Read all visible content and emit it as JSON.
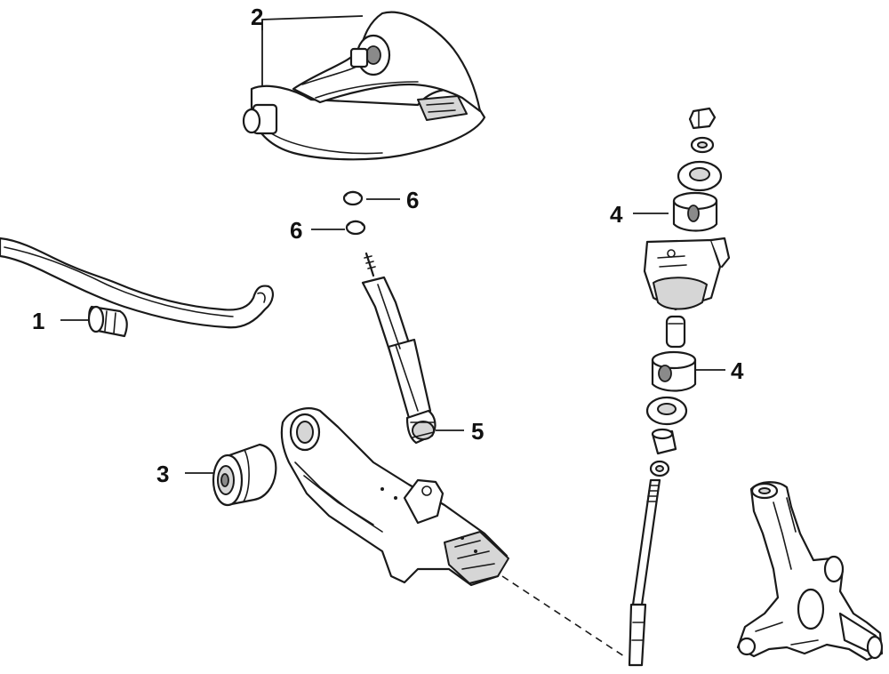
{
  "callouts": {
    "stabilizer_bushing": "1",
    "upper_control_arm": "2",
    "lower_arm_bushing": "3",
    "strut_bar_bushing_upper": "4",
    "strut_bar_bushing_lower": "4",
    "shock_absorber": "5",
    "shock_bushing_upper": "6",
    "shock_bushing_lower": "6"
  }
}
